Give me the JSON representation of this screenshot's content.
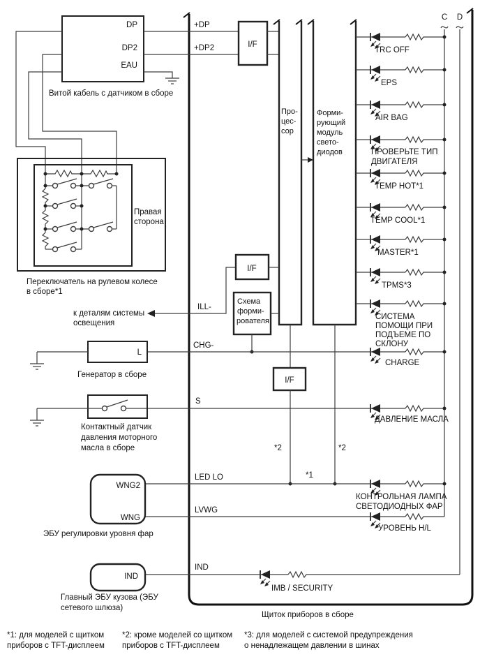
{
  "colors": {
    "line": "#3d3d3d",
    "box": "#222222",
    "text": "#111111",
    "background": "#ffffff"
  },
  "connectors": {
    "c": "C",
    "d": "D"
  },
  "wire_labels": {
    "plus_dp": "+DP",
    "plus_dp2": "+DP2",
    "ill": "ILL-",
    "chg": "CHG-",
    "s": "S",
    "led_lo": "LED LO",
    "lvwg": "LVWG",
    "ind": "IND"
  },
  "cable_box": {
    "label": "Витой кабель с датчиком в сборе",
    "terminals": [
      "DP",
      "DP2",
      "EAU"
    ]
  },
  "blocks": {
    "interface": "I/F",
    "processor": [
      "Про-",
      "цес-",
      "сор"
    ],
    "led_module": [
      "Форми-",
      "рующий",
      "модуль",
      "свето-",
      "диодов"
    ],
    "driver": [
      "Схема",
      "форми-",
      "рователя"
    ]
  },
  "steering_switch": {
    "side": [
      "Правая",
      "сторона"
    ],
    "label": [
      "Переключатель на рулевом колесе",
      "в сборе*1"
    ]
  },
  "lighting_note": [
    "к деталям системы",
    "освещения"
  ],
  "generator": {
    "label": "Генератор в сборе",
    "terminal": "L"
  },
  "oil_switch": {
    "label": [
      "Контактный датчик",
      "давления моторного",
      "масла в сборе"
    ]
  },
  "leveling_ecu": {
    "label": "ЭБУ регулировки уровня фар",
    "terminals": [
      "WNG2",
      "WNG"
    ]
  },
  "body_ecu": {
    "label": [
      "Главный ЭБУ кузова (ЭБУ",
      "сетевого шлюза)"
    ],
    "terminal": "IND"
  },
  "cluster_label": "Щиток приборов в сборе",
  "marks": {
    "note1": "*1",
    "note2": "*2"
  },
  "indicators": [
    {
      "lines": [
        "TRC OFF"
      ]
    },
    {
      "lines": [
        "EPS"
      ]
    },
    {
      "lines": [
        "AIR BAG"
      ]
    },
    {
      "lines": [
        "ПРОВЕРЬТЕ ТИП",
        "ДВИГАТЕЛЯ"
      ]
    },
    {
      "lines": [
        "TEMP HOT*1"
      ]
    },
    {
      "lines": [
        "TEMP COOL*1"
      ]
    },
    {
      "lines": [
        "MASTER*1"
      ]
    },
    {
      "lines": [
        "TPMS*3"
      ]
    },
    {
      "lines": [
        "СИСТЕМА",
        "ПОМОЩИ ПРИ",
        "ПОДЪЕМЕ ПО",
        "СКЛОНУ"
      ]
    },
    {
      "lines": [
        "CHARGE"
      ]
    },
    {
      "lines": [
        "ДАВЛЕНИЕ МАСЛА"
      ]
    },
    {
      "lines": [
        "КОНТРОЛЬНАЯ ЛАМПА",
        "СВЕТОДИОДНЫХ ФАР"
      ]
    },
    {
      "lines": [
        "УРОВЕНЬ H/L"
      ]
    },
    {
      "lines": [
        "IMB / SECURITY"
      ]
    }
  ],
  "footnotes": [
    [
      "*1: для моделей с щитком",
      "приборов с TFT-дисплеем"
    ],
    [
      "*2: кроме моделей со щитком",
      "приборов с TFT-дисплеем"
    ],
    [
      "*3: для моделей с системой предупреждения",
      "о ненадлежащем давлении в шинах"
    ]
  ]
}
